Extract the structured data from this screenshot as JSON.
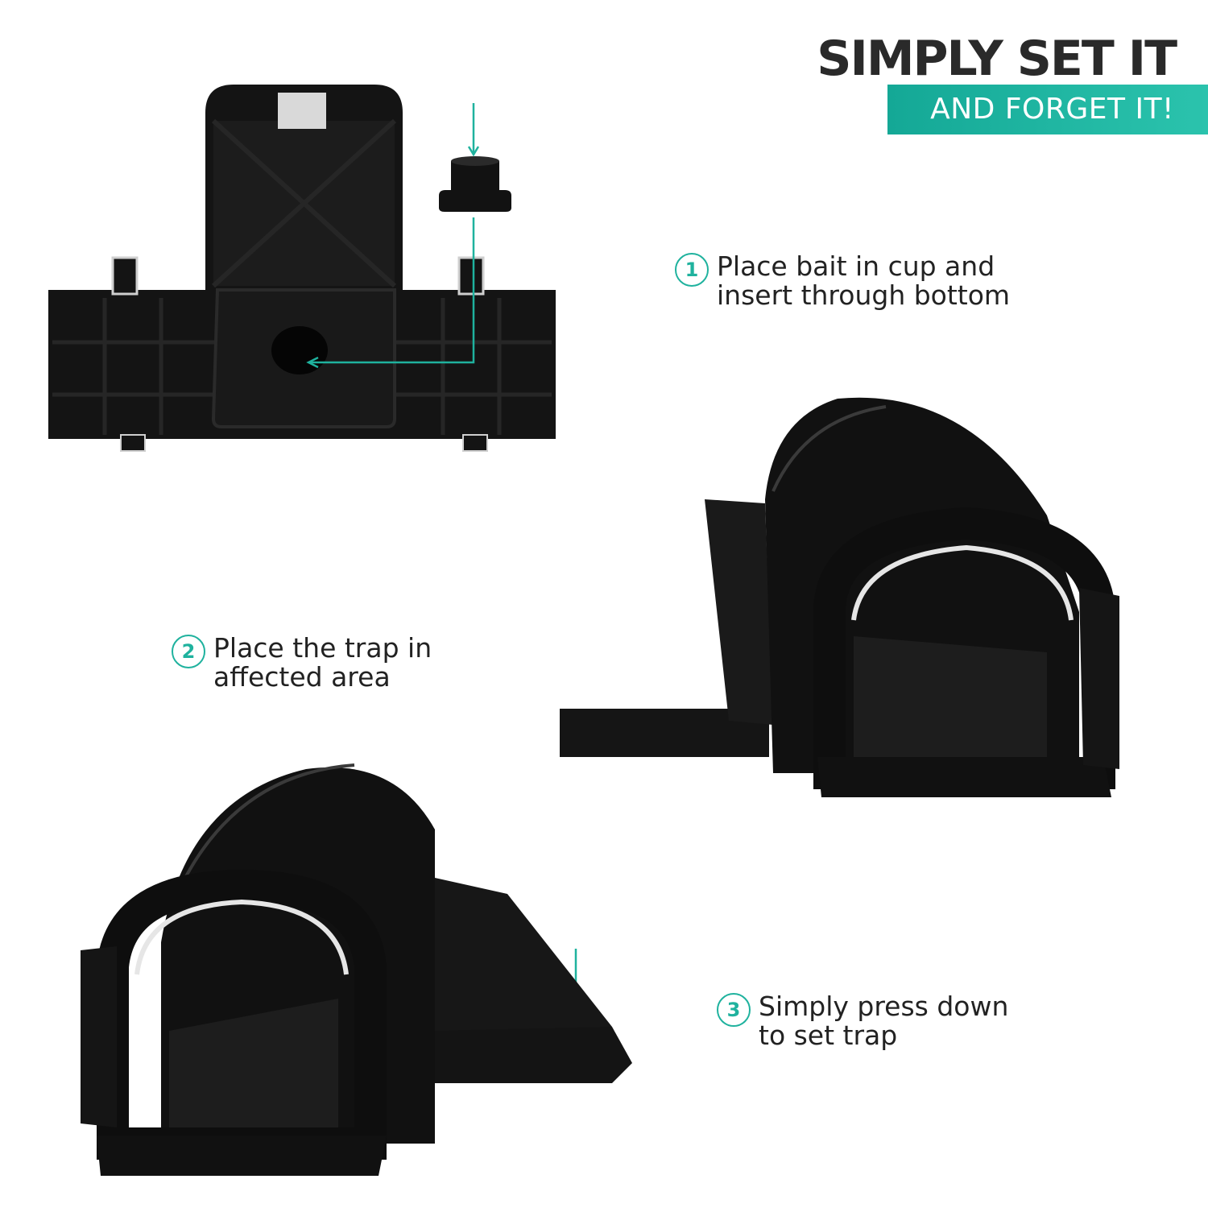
{
  "header": {
    "title": "SIMPLY SET IT",
    "subtitle": "AND FORGET IT!"
  },
  "steps": [
    {
      "number": "1",
      "line1": "Place bait in cup and",
      "line2": "insert through bottom"
    },
    {
      "number": "2",
      "line1": "Place the trap in",
      "line2": "affected area"
    },
    {
      "number": "3",
      "line1": "Simply press down",
      "line2": "to set trap"
    }
  ],
  "colors": {
    "accent": "#1fb29e",
    "trap": "#161616",
    "text": "#222222"
  }
}
